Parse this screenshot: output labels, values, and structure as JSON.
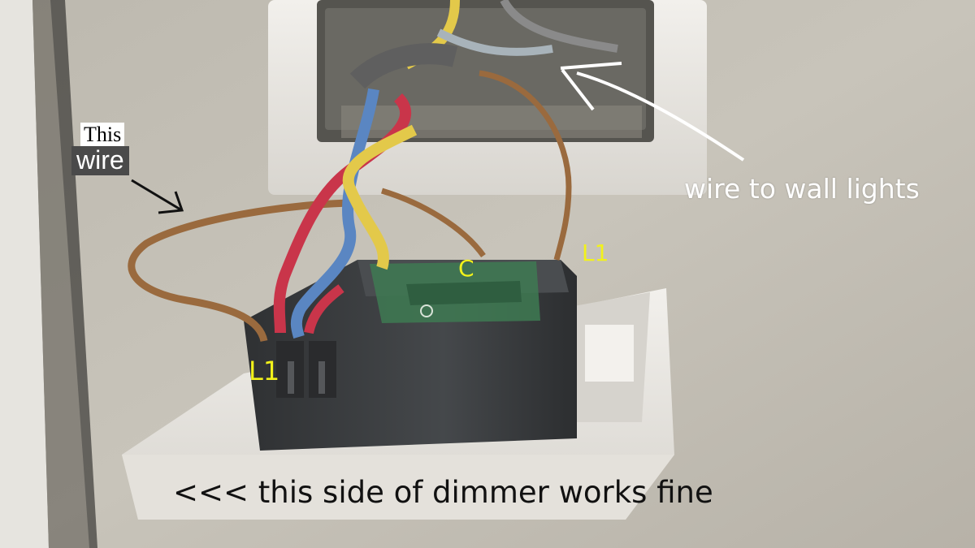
{
  "annotations": {
    "this_wire_line1": "This",
    "this_wire_line2": "wire",
    "wall_lights": "wire to wall lights",
    "terminal_c": "C",
    "terminal_l1_right": "L1",
    "terminal_l1_left": "L1",
    "caption": "<<< this side of dimmer works fine"
  },
  "colors": {
    "wall": "#c9c4b8",
    "faceplate": "#ece9e3",
    "dimmer_body": "#3b3d3f",
    "label_yellow": "#f2f21a",
    "wire_brown": "#9a6a3e",
    "wire_red": "#c9354a",
    "wire_blue": "#5a86c2",
    "wire_yellow": "#e3c94a"
  },
  "icons": [
    "hand-drawn-arrow-black",
    "hand-drawn-arrow-white"
  ]
}
